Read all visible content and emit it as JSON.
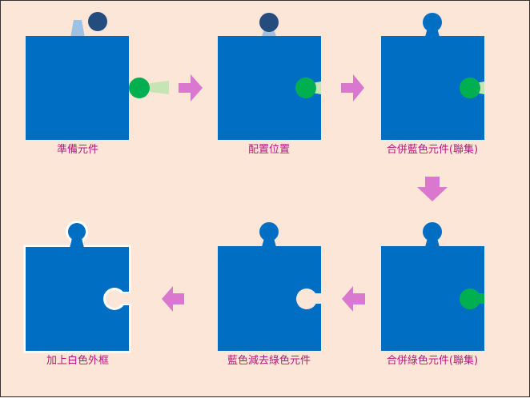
{
  "colors": {
    "background": "#fce6d8",
    "piece_blue": "#006ec2",
    "knob_dark_blue": "#244d7e",
    "neck_light_blue": "#9cc2e6",
    "knob_green": "#00b050",
    "neck_light_green": "#c7e4b4",
    "arrow_pink": "#da77cf",
    "caption_magenta": "#b5177e",
    "outline_white": "#ffffff"
  },
  "steps": [
    {
      "label": "準備元件"
    },
    {
      "label": "配置位置"
    },
    {
      "label": "合併藍色元件(聯集)"
    },
    {
      "label": "合併綠色元件(聯集)"
    },
    {
      "label": "藍色減去綠色元件"
    },
    {
      "label": "加上白色外框"
    }
  ],
  "flow": [
    {
      "from": 1,
      "to": 2,
      "direction": "right"
    },
    {
      "from": 2,
      "to": 3,
      "direction": "right"
    },
    {
      "from": 3,
      "to": 4,
      "direction": "down"
    },
    {
      "from": 4,
      "to": 5,
      "direction": "left"
    },
    {
      "from": 5,
      "to": 6,
      "direction": "left"
    }
  ]
}
